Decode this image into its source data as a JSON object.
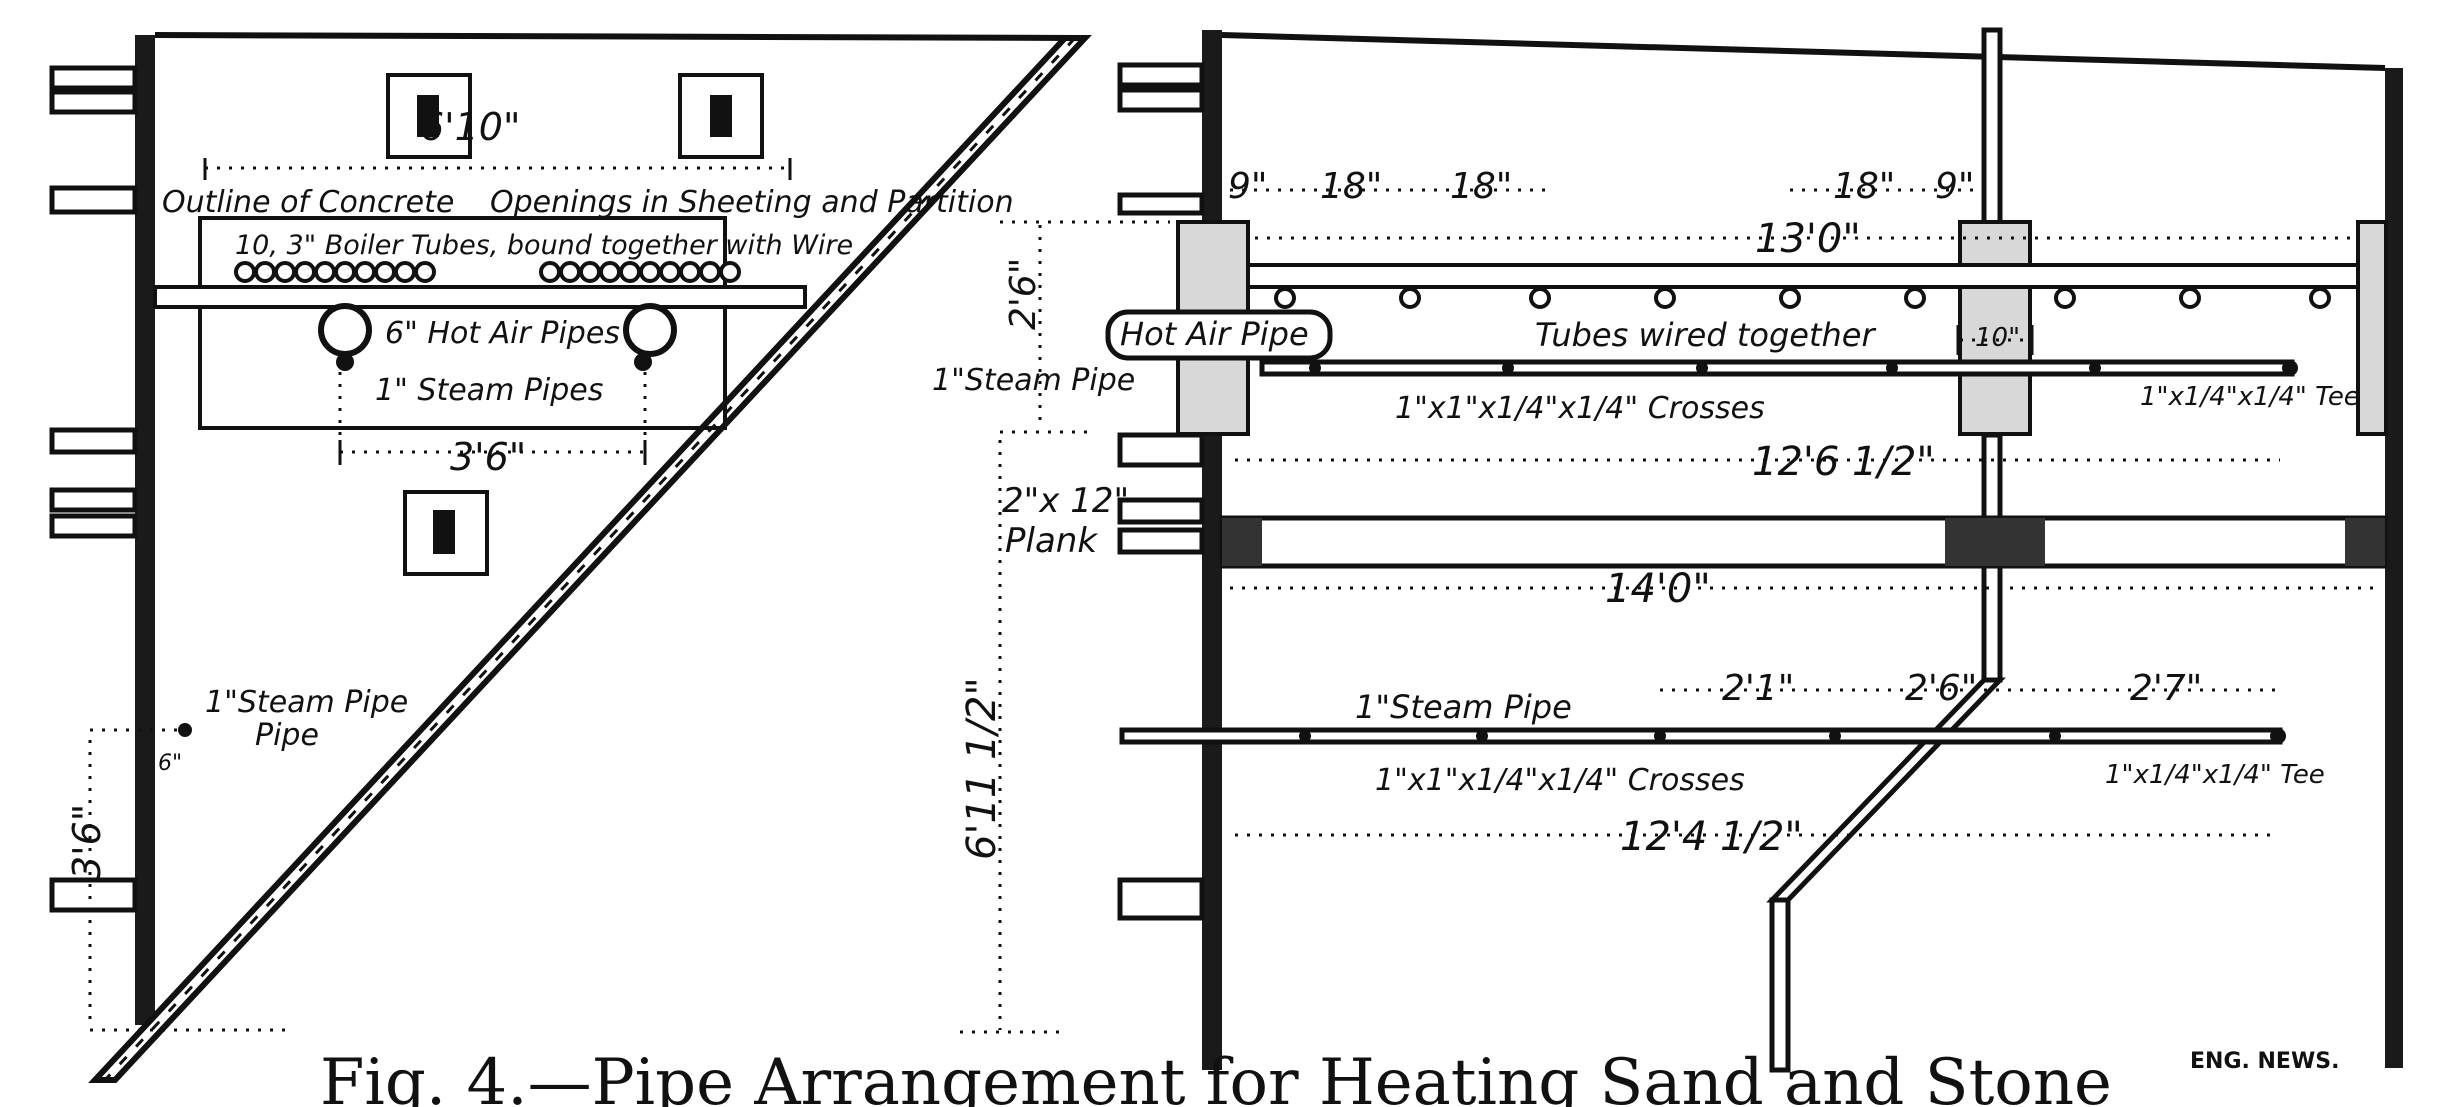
{
  "left_view": {
    "dim_outline_width": "6'10\"",
    "outline_of_concrete": "Outline of Concrete",
    "openings_label": "Openings in Sheeting and Partition",
    "boiler_tubes_label": "10, 3\" Boiler Tubes, bound together with Wire",
    "hot_air_pipes_label": "6\" Hot Air Pipes",
    "steam_pipes_label": "1\" Steam Pipes",
    "dim_pipe_spacing": "3'6\"",
    "steam_pipe_label": "1\"Steam Pipe",
    "dim_small": "6\"",
    "dim_height": "3'6\""
  },
  "right_view": {
    "dim_9_left": "9\"",
    "dim_18_a": "18\"",
    "dim_18_b": "18\"",
    "dim_18_c": "18\"",
    "dim_9_right": "9\"",
    "dim_upper_span": "13'0\"",
    "dim_upper_height": "2'6\"",
    "hot_air_pipe_label": "Hot Air Pipe",
    "tubes_wired_label": "Tubes wired together",
    "dim_10": "10\"",
    "steam_pipe_upper": "1\"Steam Pipe",
    "crosses_upper": "1\"x1\"x1/4\"x1/4\" Crosses",
    "tee_upper": "1\"x1/4\"x1/4\" Tee",
    "dim_upper_pipe": "12'6 1/2\"",
    "plank_label_line1": "2\"x 12\"",
    "plank_label_line2": "Plank",
    "dim_plank_span": "14'0\"",
    "dim_lower_height": "6'11 1/2\"",
    "dim_2_1": "2'1\"",
    "dim_2_6": "2'6\"",
    "dim_2_7": "2'7\"",
    "steam_pipe_lower": "1\"Steam Pipe",
    "crosses_lower": "1\"x1\"x1/4\"x1/4\" Crosses",
    "tee_lower": "1\"x1/4\"x1/4\" Tee",
    "dim_lower_pipe": "12'4 1/2\"",
    "credit": "ENG. NEWS."
  },
  "caption": "Fig. 4.—Pipe Arrangement for Heating Sand and Stone"
}
